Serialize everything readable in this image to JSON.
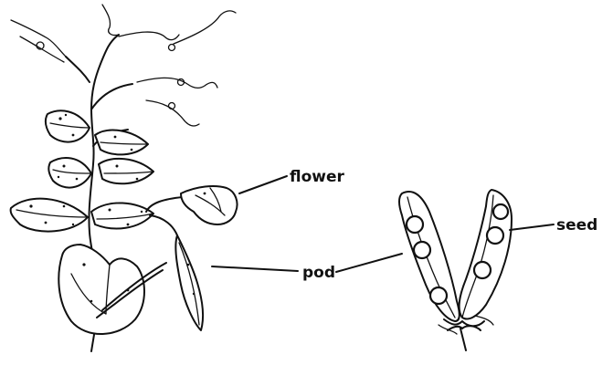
{
  "labels": {
    "flower": "flower",
    "pod": "pod",
    "seed": "seed"
  },
  "colors": {
    "ink": "#111111",
    "background": "#ffffff"
  }
}
